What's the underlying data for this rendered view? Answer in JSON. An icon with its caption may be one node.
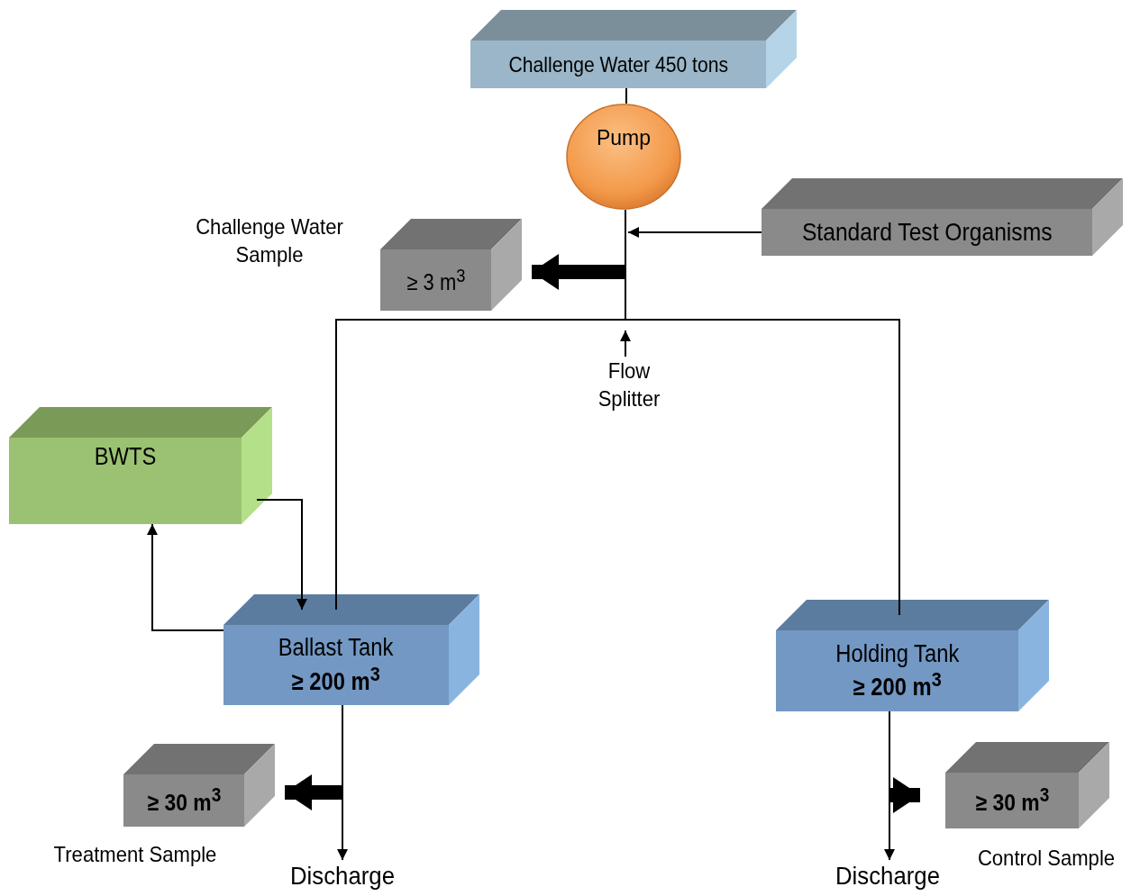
{
  "diagram": {
    "nodes": [
      {
        "text": [
          "Challenge Water 450 tons"
        ]
      },
      {
        "text": [
          "Pump"
        ]
      },
      {
        "text": [
          "Standard Test Organisms"
        ]
      },
      {
        "text": [
          "≥ 3 m$^{3}$"
        ],
        "beside": [
          "Challenge Water Sample"
        ]
      },
      {
        "text": [
          "Flow Splitter"
        ]
      },
      {
        "text": [
          "BWTS"
        ]
      },
      {
        "text": [
          "Ballast Tank",
          "≥ 200 m$^{3}$"
        ]
      },
      {
        "text": [
          "Holding Tank",
          "≥ 200 m$^{3}$"
        ]
      },
      {
        "text": [
          "≥ 30 m$^{3}$"
        ],
        "beside": [
          "Treatment Sample"
        ]
      },
      {
        "text": [
          "Discharge"
        ]
      },
      {
        "text": [
          "≥ 30 m$^{3}$"
        ],
        "beside": [
          "Control Sample"
        ]
      },
      {
        "text": [
          "Discharge"
        ]
      }
    ],
    "edges": [
      {
        "from": 0,
        "to": 1,
        "arrow": "none"
      },
      {
        "from": 1,
        "to": 6,
        "arrow": "none"
      },
      {
        "from": 1,
        "to": 7,
        "arrow": "none"
      },
      {
        "from": 2,
        "to": 1,
        "arrow": "to"
      },
      {
        "from": null,
        "to": 3,
        "arrow": "to",
        "style": "thick"
      },
      {
        "from": 4,
        "to": null,
        "arrow": "to"
      },
      {
        "from": 5,
        "to": 6,
        "arrow": "to"
      },
      {
        "from": 6,
        "to": 5,
        "arrow": "to"
      },
      {
        "from": 6,
        "to": 9,
        "arrow": "to"
      },
      {
        "from": null,
        "to": 8,
        "arrow": "to",
        "style": "thick"
      },
      {
        "from": 7,
        "to": 11,
        "arrow": "to"
      },
      {
        "from": null,
        "to": 10,
        "arrow": "to",
        "style": "thick"
      }
    ]
  }
}
